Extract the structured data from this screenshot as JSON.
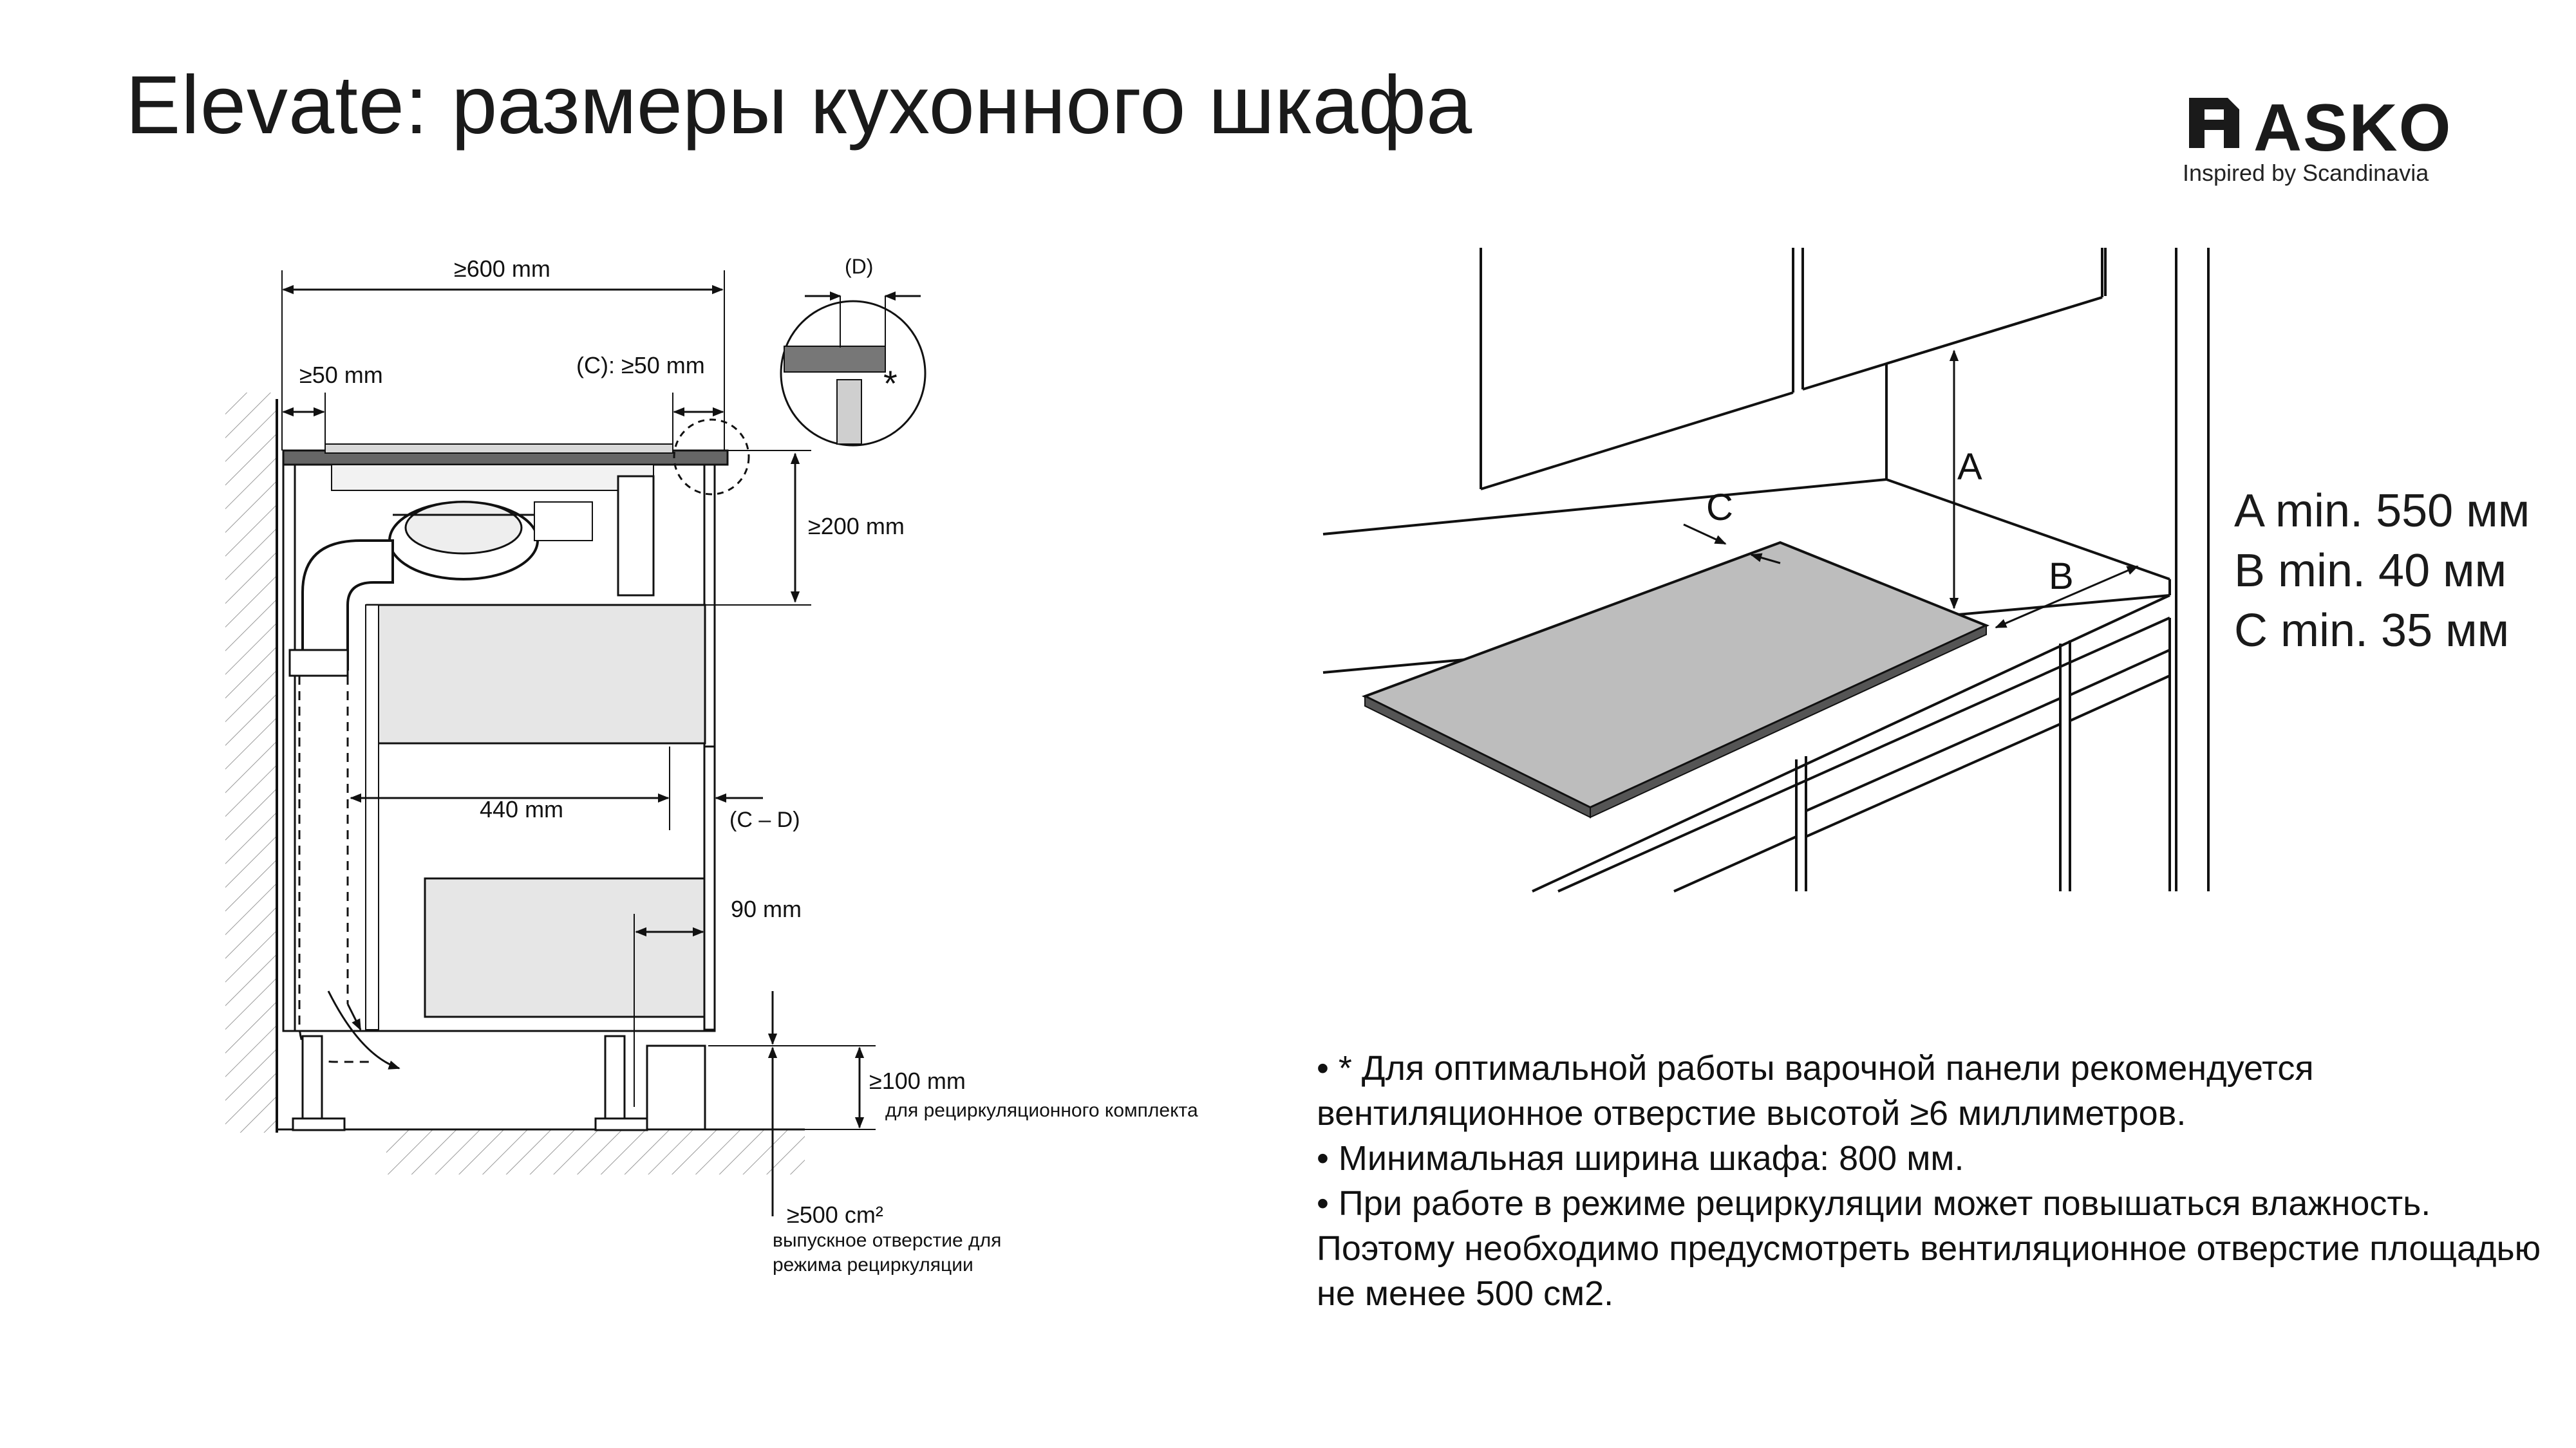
{
  "title": {
    "part1": "Elevate:",
    "part2": "размеры кухонного шкафа"
  },
  "logo": {
    "brand": "ASKO",
    "tagline": "Inspired by Scandinavia",
    "icon": "asko-mark-icon"
  },
  "left_diagram": {
    "width_total": "≥600 mm",
    "left_gap": "≥50 mm",
    "right_gap": "(C): ≥50 mm",
    "detail_label": "(D)",
    "detail_star": "*",
    "height_top": "≥200 mm",
    "depth_440": "440 mm",
    "c_minus_d": "(C – D)",
    "gap_90": "90 mm",
    "height_bottom": "≥100 mm",
    "height_bottom_note": "для рециркуляционного комплекта",
    "outlet_area": "≥500 cm²",
    "outlet_note_line1": "выпускное отверстие для",
    "outlet_note_line2": "режима рециркуляции"
  },
  "right_diagram": {
    "label_a": "A",
    "label_b": "B",
    "label_c": "C"
  },
  "legend": {
    "a": "A min. 550 мм",
    "b": "B min. 40 мм",
    "c": "C min. 35 мм"
  },
  "notes": {
    "line1": "• * Для оптимальной работы варочной панели рекомендуется",
    "line2": "вентиляционное отверстие высотой ≥6 миллиметров.",
    "line3": "• Минимальная ширина шкафа: 800 мм.",
    "line4": "• При работе в режиме рециркуляции может повышаться влажность.",
    "line5": "Поэтому необходимо предусмотреть вентиляционное отверстие площадью",
    "line6": "не менее 500 см2."
  }
}
